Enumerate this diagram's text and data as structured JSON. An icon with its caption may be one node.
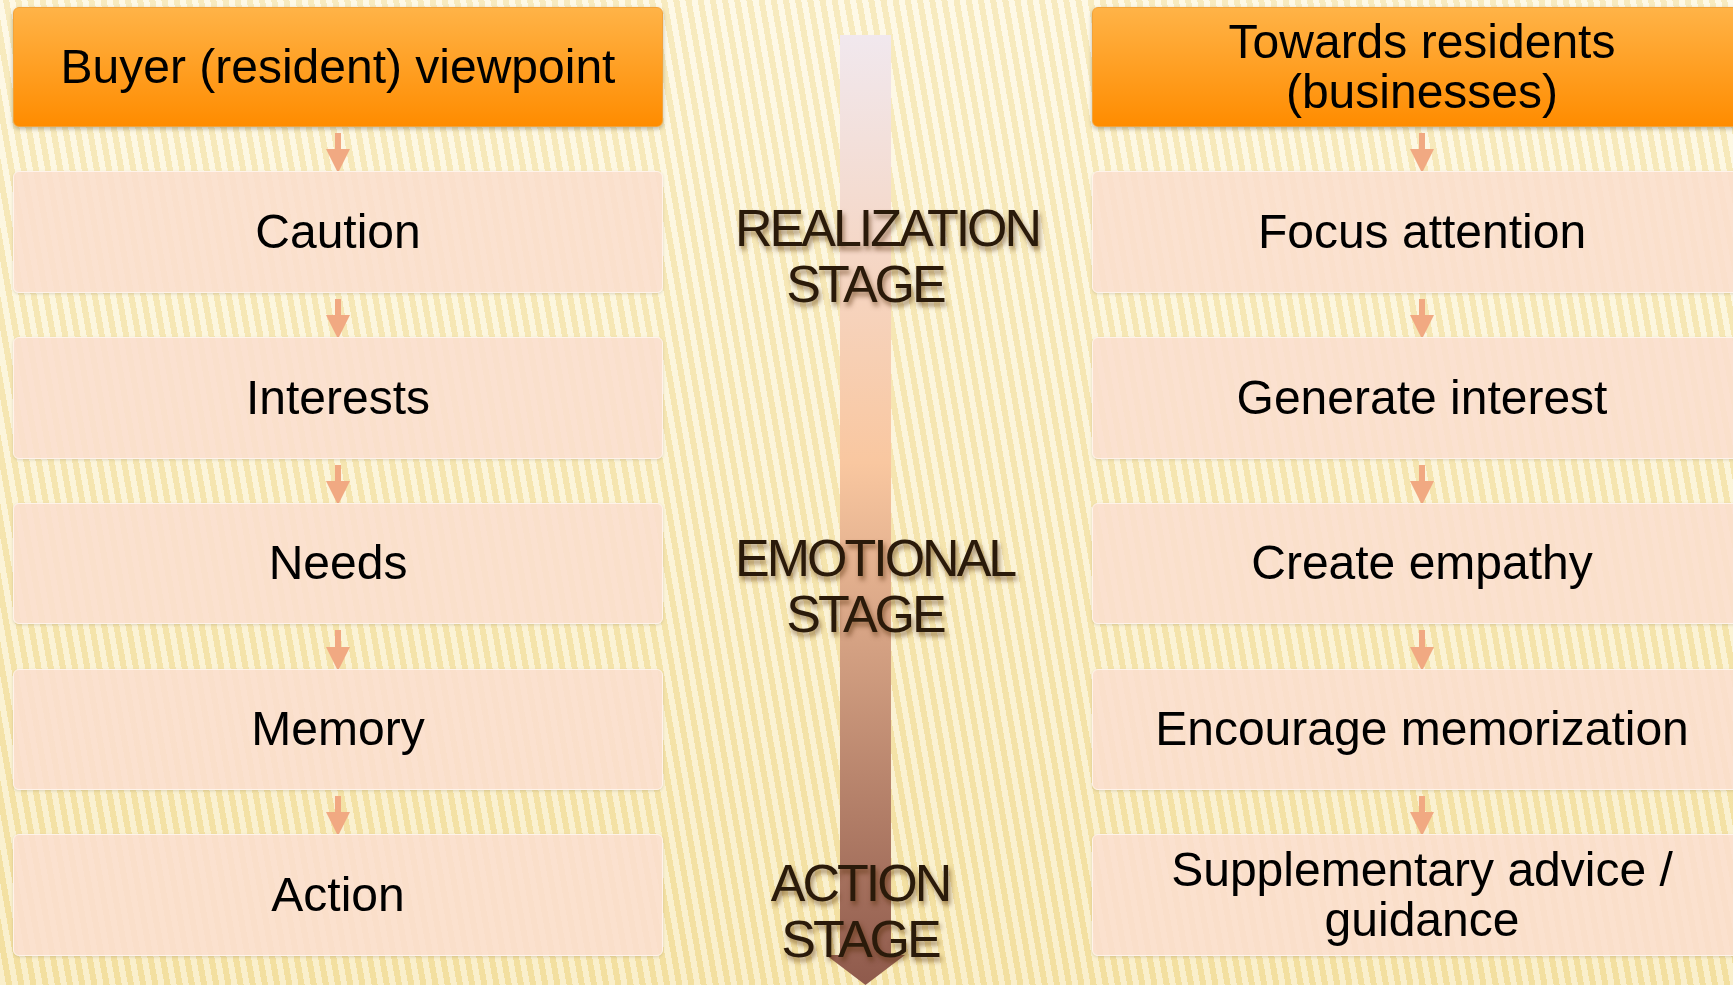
{
  "diagram": {
    "nodes": [
      {
        "text": [
          "Buyer (resident) viewpoint"
        ]
      },
      {
        "text": [
          "Caution"
        ]
      },
      {
        "text": [
          "Interests"
        ]
      },
      {
        "text": [
          "Needs"
        ]
      },
      {
        "text": [
          "Memory"
        ]
      },
      {
        "text": [
          "Action"
        ]
      },
      {
        "text": [
          "Towards residents (businesses)"
        ]
      },
      {
        "text": [
          "Focus attention"
        ]
      },
      {
        "text": [
          "Generate interest"
        ]
      },
      {
        "text": [
          "Create empathy"
        ]
      },
      {
        "text": [
          "Encourage memorization"
        ]
      },
      {
        "text": [
          "Supplementary advice / guidance"
        ]
      }
    ],
    "edges": [
      {
        "from": 0,
        "to": 1,
        "arrow": "to"
      },
      {
        "from": 1,
        "to": 2,
        "arrow": "to"
      },
      {
        "from": 2,
        "to": 3,
        "arrow": "to"
      },
      {
        "from": 3,
        "to": 4,
        "arrow": "to"
      },
      {
        "from": 4,
        "to": 5,
        "arrow": "to"
      },
      {
        "from": 6,
        "to": 7,
        "arrow": "to"
      },
      {
        "from": 7,
        "to": 8,
        "arrow": "to"
      },
      {
        "from": 8,
        "to": 9,
        "arrow": "to"
      },
      {
        "from": 9,
        "to": 10,
        "arrow": "to"
      },
      {
        "from": 10,
        "to": 11,
        "arrow": "to"
      }
    ],
    "labels": [
      "REALIZATION STAGE",
      "EMOTIONAL STAGE",
      "ACTION STAGE"
    ]
  }
}
